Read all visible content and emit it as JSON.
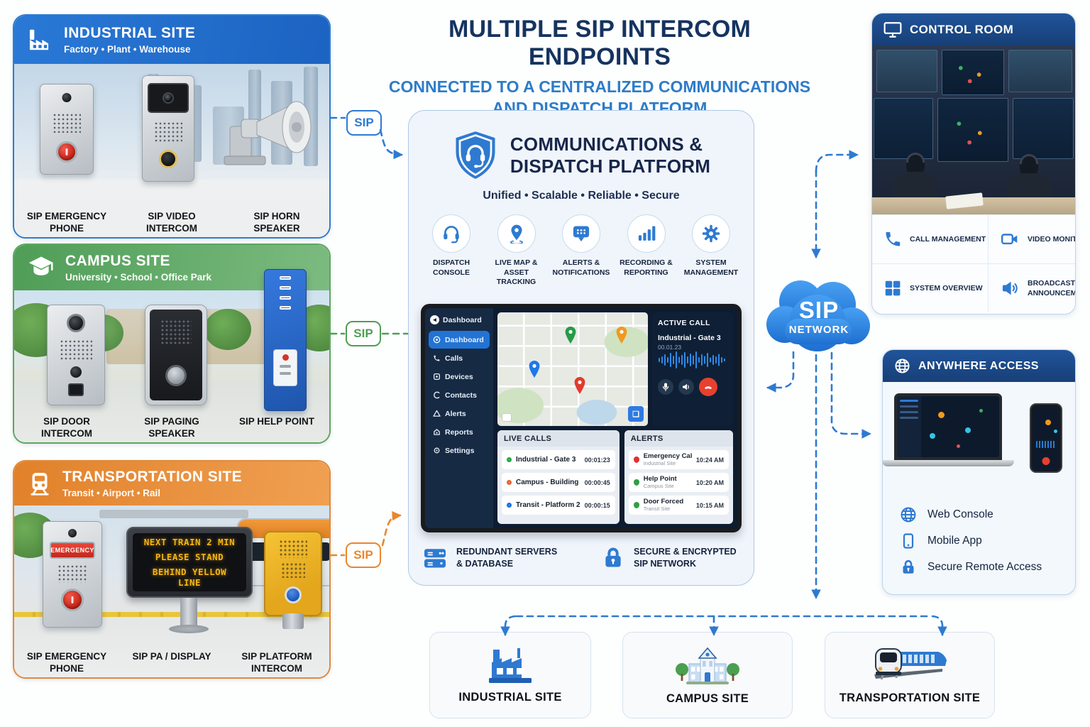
{
  "header": {
    "title": "MULTIPLE SIP INTERCOM ENDPOINTS",
    "subtitle_line1": "CONNECTED TO A CENTRALIZED COMMUNICATIONS",
    "subtitle_line2": "AND DISPATCH PLATFORM"
  },
  "colors": {
    "accent_blue": "#2e7ad1",
    "header_navy": "#1d4e8f",
    "title_navy": "#15335f",
    "subtitle_blue": "#2d7cc9",
    "industrial_blue": "#2273d3",
    "campus_green": "#4f9e55",
    "transport_orange": "#e8872f",
    "alert_red": "#e03131",
    "alert_green": "#2f9e44"
  },
  "sites": [
    {
      "title": "INDUSTRIAL SITE",
      "subtitle": "Factory • Plant • Warehouse",
      "sip_label": "SIP",
      "devices": [
        {
          "name": "SIP EMERGENCY PHONE"
        },
        {
          "name": "SIP VIDEO INTERCOM"
        },
        {
          "name": "SIP HORN SPEAKER"
        }
      ]
    },
    {
      "title": "CAMPUS SITE",
      "subtitle": "University • School • Office Park",
      "sip_label": "SIP",
      "devices": [
        {
          "name": "SIP DOOR INTERCOM"
        },
        {
          "name": "SIP PAGING SPEAKER"
        },
        {
          "name": "SIP HELP POINT"
        }
      ]
    },
    {
      "title": "TRANSPORTATION SITE",
      "subtitle": "Transit • Airport • Rail",
      "sip_label": "SIP",
      "devices": [
        {
          "name": "SIP EMERGENCY PHONE",
          "badge": "EMERGENCY"
        },
        {
          "name": "SIP PA / DISPLAY",
          "display_line1": "NEXT TRAIN 2 MIN",
          "display_line2": "PLEASE STAND",
          "display_line3": "BEHIND YELLOW LINE"
        },
        {
          "name": "SIP PLATFORM INTERCOM"
        }
      ]
    }
  ],
  "platform": {
    "title_line1": "COMMUNICATIONS &",
    "title_line2": "DISPATCH PLATFORM",
    "tagline": "Unified • Scalable • Reliable • Secure",
    "features": [
      {
        "icon": "headset-icon",
        "label": "DISPATCH CONSOLE"
      },
      {
        "icon": "map-pin-icon",
        "label": "LIVE MAP & ASSET TRACKING"
      },
      {
        "icon": "chat-alerts-icon",
        "label": "ALERTS & NOTIFICATIONS"
      },
      {
        "icon": "bar-chart-icon",
        "label": "RECORDING & REPORTING"
      },
      {
        "icon": "gear-icon",
        "label": "SYSTEM MANAGEMENT"
      }
    ],
    "footer": [
      {
        "icon": "server-icon",
        "label": "REDUNDANT SERVERS & DATABASE"
      },
      {
        "icon": "lock-icon",
        "label": "SECURE & ENCRYPTED SIP NETWORK"
      }
    ]
  },
  "dashboard": {
    "app_name": "Dashboard",
    "nav": [
      "Dashboard",
      "Calls",
      "Devices",
      "Contacts",
      "Alerts",
      "Reports",
      "Settings"
    ],
    "active_nav": "Dashboard",
    "active_call": {
      "title": "ACTIVE CALL",
      "name": "Industrial - Gate 3",
      "timer": "00.01.23"
    },
    "live_calls": {
      "title": "LIVE CALLS",
      "rows": [
        {
          "name": "Industrial - Gate 3",
          "time": "00:01:23",
          "color": "#27a544"
        },
        {
          "name": "Campus - Building A",
          "time": "00:00:45",
          "color": "#e8632a"
        },
        {
          "name": "Transit - Platform 2",
          "time": "00:00:15",
          "color": "#1b6fe0"
        }
      ]
    },
    "alerts": {
      "title": "ALERTS",
      "rows": [
        {
          "name": "Emergency Call",
          "site": "Industrial Site",
          "time": "10:24 AM",
          "color": "#e03131"
        },
        {
          "name": "Help Point",
          "site": "Campus Site",
          "time": "10:20 AM",
          "color": "#2f9e44"
        },
        {
          "name": "Door Forced",
          "site": "Transit Site",
          "time": "10:15 AM",
          "color": "#2f9e44"
        }
      ]
    }
  },
  "control_room": {
    "title": "CONTROL ROOM",
    "features": [
      {
        "icon": "phone-icon",
        "label": "CALL MANAGEMENT"
      },
      {
        "icon": "video-icon",
        "label": "VIDEO MONITORING"
      },
      {
        "icon": "grid-icon",
        "label": "SYSTEM OVERVIEW"
      },
      {
        "icon": "megaphone-icon",
        "label": "BROADCAST & ANNOUNCEMENTS"
      }
    ]
  },
  "sip_network": {
    "line1": "SIP",
    "line2": "NETWORK"
  },
  "anywhere_access": {
    "title": "ANYWHERE ACCESS",
    "items": [
      {
        "icon": "globe-icon",
        "label": "Web Console"
      },
      {
        "icon": "mobile-icon",
        "label": "Mobile App"
      },
      {
        "icon": "lock-icon",
        "label": "Secure Remote Access"
      }
    ]
  },
  "bottom_sites": [
    {
      "icon": "factory-icon",
      "label": "INDUSTRIAL SITE"
    },
    {
      "icon": "school-icon",
      "label": "CAMPUS SITE"
    },
    {
      "icon": "train-icon",
      "label": "TRANSPORTATION SITE"
    }
  ]
}
